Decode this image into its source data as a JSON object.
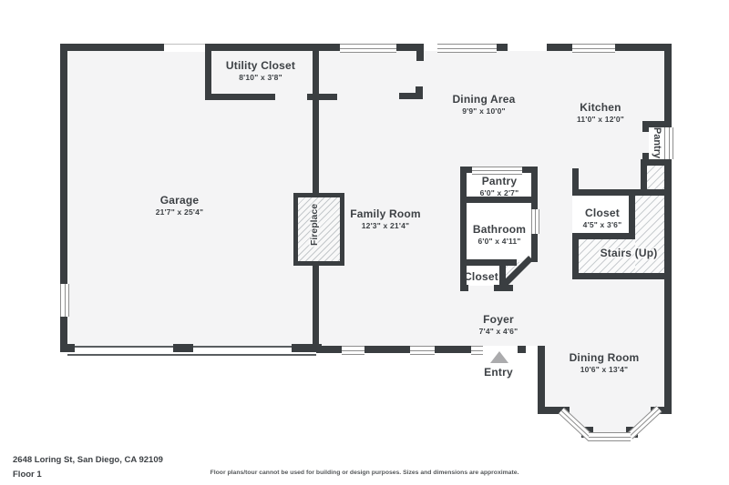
{
  "footer": {
    "address": "2648 Loring St, San Diego, CA 92109",
    "floor": "Floor 1",
    "disclaimer": "Floor plans/tour cannot be used for building or design purposes. Sizes and dimensions are approximate."
  },
  "colors": {
    "wall": "#3a3e41",
    "floor": "#f4f4f5",
    "label": "#3d4145",
    "window_line": "#8e8e8e",
    "hatch_line": "#c9cdd0",
    "entry_arrow": "#ababad"
  },
  "rooms": {
    "garage": {
      "name": "Garage",
      "dims": "21'7\" x 25'4\""
    },
    "utility_closet": {
      "name": "Utility Closet",
      "dims": "8'10\" x 3'8\""
    },
    "dining_area": {
      "name": "Dining Area",
      "dims": "9'9\" x 10'0\""
    },
    "kitchen": {
      "name": "Kitchen",
      "dims": "11'0\" x 12'0\""
    },
    "family_room": {
      "name": "Family Room",
      "dims": "12'3\" x 21'4\""
    },
    "pantry": {
      "name": "Pantry",
      "dims": "6'0\" x 2'7\""
    },
    "bathroom": {
      "name": "Bathroom",
      "dims": "6'0\" x 4'11\""
    },
    "hall_closet": {
      "name": "Closet"
    },
    "kitchen_closet": {
      "name": "Closet",
      "dims": "4'5\" x 3'6\""
    },
    "stairs": {
      "name": "Stairs (Up)"
    },
    "foyer": {
      "name": "Foyer",
      "dims": "7'4\" x 4'6\""
    },
    "entry": {
      "name": "Entry"
    },
    "dining_room": {
      "name": "Dining Room",
      "dims": "10'6\" x 13'4\""
    },
    "fireplace": {
      "name": "Fireplace"
    },
    "kitchen_pantry": {
      "name": "Pantry"
    }
  }
}
